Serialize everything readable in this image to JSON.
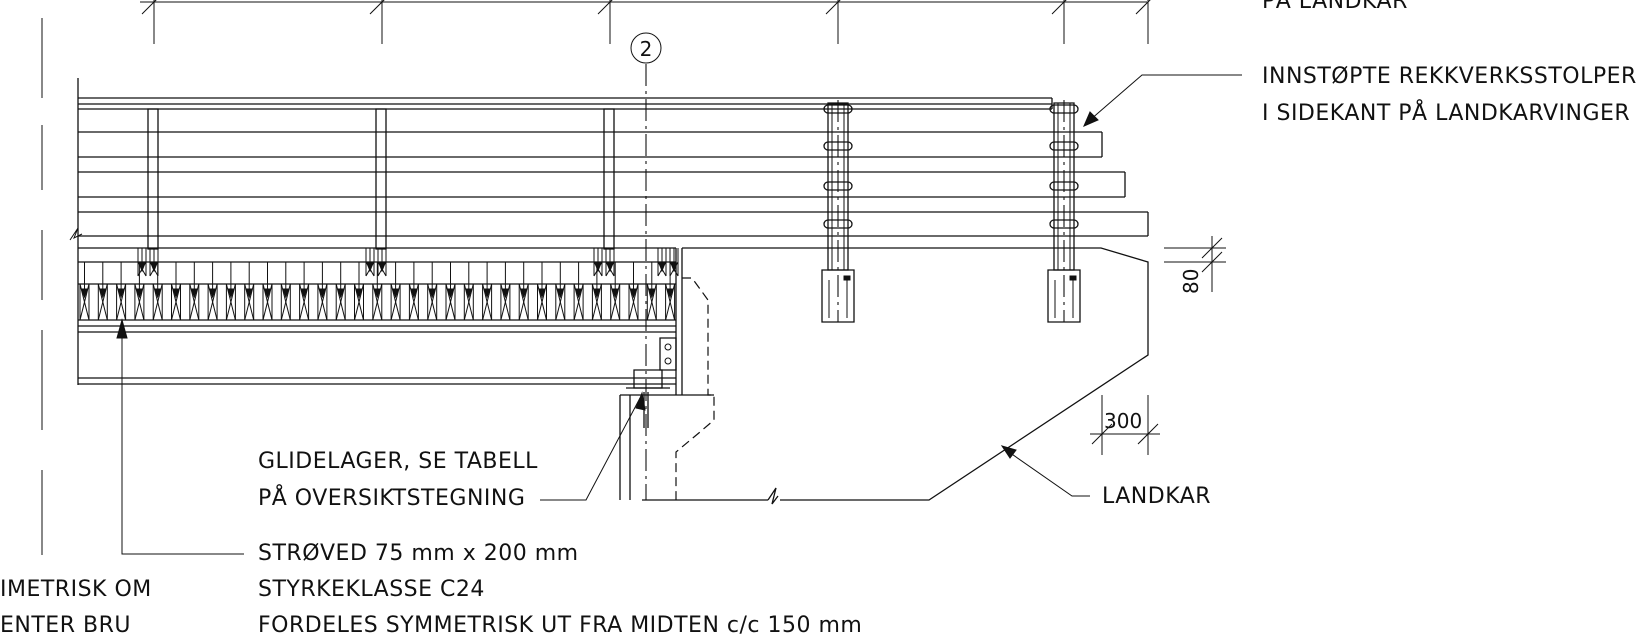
{
  "labels": {
    "landkar_top": "PÅ LANDKAR",
    "rekkverk_line1": "INNSTØPTE REKKVERKSSTOLPER",
    "rekkverk_line2": "I SIDEKANT PÅ LANDKARVINGER",
    "glidelager_line1": "GLIDELAGER, SE TABELL",
    "glidelager_line2": "PÅ OVERSIKTSTEGNING",
    "landkar": "LANDKAR",
    "strovad_line1": "STRØVED 75 mm x 200 mm",
    "strovad_line2": "STYRKEKLASSE C24",
    "strovad_line3": "FORDELES SYMMETRISK UT FRA MIDTEN c/c 150 mm",
    "sym_line1": "IMETRISK OM",
    "sym_line2": "ENTER BRU",
    "axis_number": "2",
    "dim_80": "80",
    "dim_300": "300"
  },
  "colors": {
    "line": "#111111",
    "background": "#ffffff"
  }
}
